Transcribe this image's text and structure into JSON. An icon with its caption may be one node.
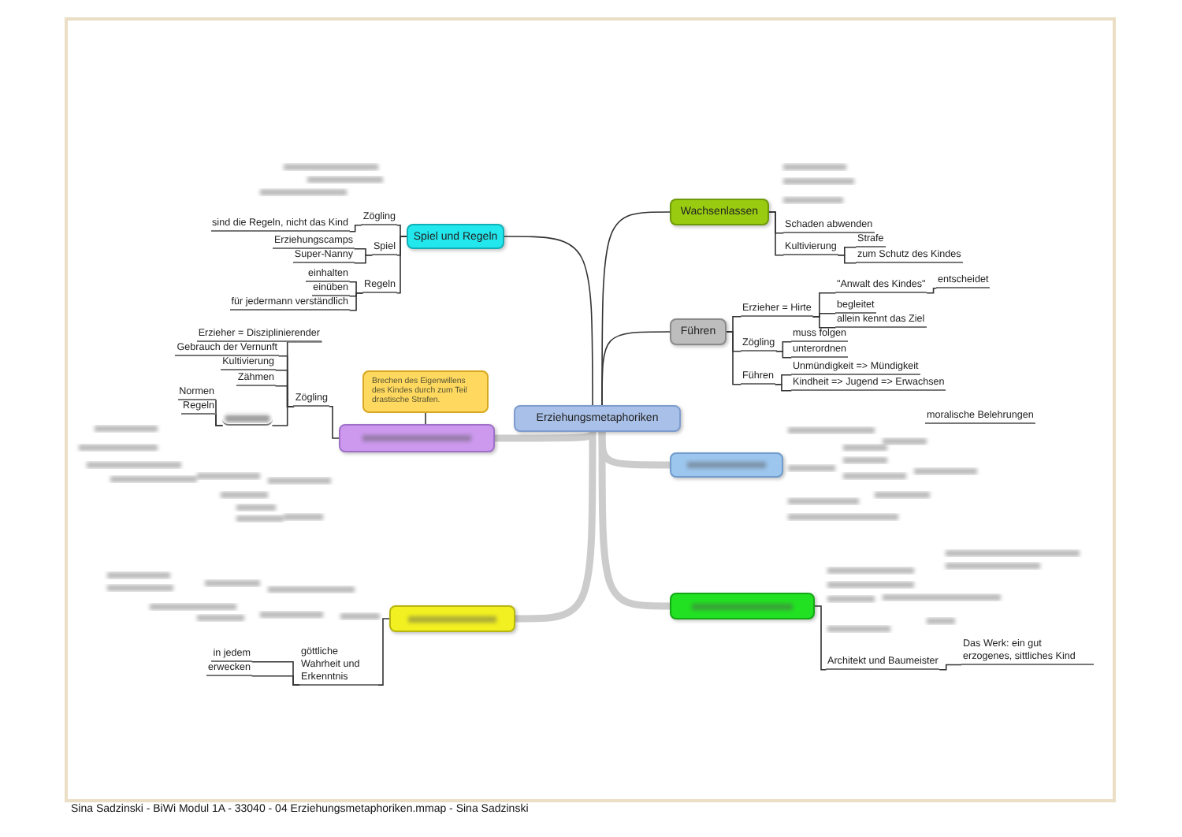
{
  "diagram": {
    "caption": "Sina Sadzinski - BiWi Modul 1A - 33040 - 04 Erziehungsmetaphoriken.mmap - Sina Sadzinski",
    "nodes": [
      {
        "text": [
          "Erziehungsmetaphoriken"
        ]
      },
      {
        "text": [
          "Spiel und Regeln"
        ]
      },
      {
        "text": [
          "Wachsenlassen"
        ]
      },
      {
        "text": [
          "Führen"
        ]
      },
      {
        "text": [],
        "shape": "box"
      },
      {
        "text": [],
        "shape": "box"
      },
      {
        "text": [],
        "shape": "box"
      },
      {
        "text": [],
        "shape": "box"
      },
      {
        "text": [
          "Brechen des Eigenwillens des Kindes durch zum Teil drastische Strafen."
        ]
      },
      {
        "text": [
          "Zögling"
        ]
      },
      {
        "text": [
          "sind die Regeln, nicht das Kind"
        ]
      },
      {
        "text": [
          "Spiel"
        ]
      },
      {
        "text": [
          "Erziehungscamps"
        ]
      },
      {
        "text": [
          "Super-Nanny"
        ]
      },
      {
        "text": [
          "Regeln"
        ]
      },
      {
        "text": [
          "einhalten"
        ]
      },
      {
        "text": [
          "einüben"
        ]
      },
      {
        "text": [
          "für jedermann verständlich"
        ]
      },
      {
        "text": [
          "Schaden abwenden"
        ]
      },
      {
        "text": [
          "Kultivierung"
        ]
      },
      {
        "text": [
          "Strafe"
        ]
      },
      {
        "text": [
          "zum Schutz des Kindes"
        ]
      },
      {
        "text": [
          "Erzieher = Hirte"
        ]
      },
      {
        "text": [
          "\"Anwalt des Kindes\""
        ]
      },
      {
        "text": [
          "entscheidet"
        ]
      },
      {
        "text": [
          "begleitet"
        ]
      },
      {
        "text": [
          "allein kennt das Ziel"
        ]
      },
      {
        "text": [
          "Zögling"
        ]
      },
      {
        "text": [
          "muss folgen"
        ]
      },
      {
        "text": [
          "unterordnen"
        ]
      },
      {
        "text": [
          "Führen"
        ]
      },
      {
        "text": [
          "Unmündigkeit => Mündigkeit"
        ]
      },
      {
        "text": [
          "Kindheit => Jugend => Erwachsen"
        ]
      },
      {
        "text": [
          "Zögling"
        ]
      },
      {
        "text": [
          "Erzieher = Disziplinierender"
        ]
      },
      {
        "text": [
          "Gebrauch der Vernunft"
        ]
      },
      {
        "text": [
          "Kultivierung"
        ]
      },
      {
        "text": [
          "Zähmen"
        ]
      },
      {
        "text": [
          "Normen"
        ]
      },
      {
        "text": [
          "Regeln"
        ]
      },
      {
        "text": [],
        "shape": "box"
      },
      {
        "text": [
          "göttliche Wahrheit und Erkenntnis"
        ]
      },
      {
        "text": [
          "in jedem"
        ]
      },
      {
        "text": [
          "erwecken"
        ]
      },
      {
        "text": [
          "Architekt und Baumeister"
        ]
      },
      {
        "text": [
          "Das Werk: ein gut erzogenes, sittliches Kind"
        ]
      }
    ],
    "edges": [
      {
        "from": 0,
        "to": 1,
        "arrow": "none"
      },
      {
        "from": 0,
        "to": 2,
        "arrow": "none"
      },
      {
        "from": 0,
        "to": 3,
        "arrow": "none"
      },
      {
        "from": 0,
        "to": 4,
        "arrow": "none",
        "style": "thick",
        "color": "#cccccc"
      },
      {
        "from": 0,
        "to": 5,
        "arrow": "none",
        "style": "thick",
        "color": "#cccccc"
      },
      {
        "from": 0,
        "to": 6,
        "arrow": "none",
        "style": "thick",
        "color": "#cccccc"
      },
      {
        "from": 0,
        "to": 7,
        "arrow": "none",
        "style": "thick",
        "color": "#cccccc"
      },
      {
        "from": 8,
        "to": 4,
        "arrow": "none"
      },
      {
        "from": 1,
        "to": 9,
        "arrow": "none"
      },
      {
        "from": 9,
        "to": 10,
        "arrow": "none"
      },
      {
        "from": 1,
        "to": 11,
        "arrow": "none"
      },
      {
        "from": 11,
        "to": 12,
        "arrow": "none"
      },
      {
        "from": 11,
        "to": 13,
        "arrow": "none"
      },
      {
        "from": 1,
        "to": 14,
        "arrow": "none"
      },
      {
        "from": 14,
        "to": 15,
        "arrow": "none"
      },
      {
        "from": 14,
        "to": 16,
        "arrow": "none"
      },
      {
        "from": 14,
        "to": 17,
        "arrow": "none"
      },
      {
        "from": 2,
        "to": 18,
        "arrow": "none"
      },
      {
        "from": 2,
        "to": 19,
        "arrow": "none"
      },
      {
        "from": 19,
        "to": 20,
        "arrow": "none"
      },
      {
        "from": 19,
        "to": 21,
        "arrow": "none"
      },
      {
        "from": 3,
        "to": 22,
        "arrow": "none"
      },
      {
        "from": 22,
        "to": 23,
        "arrow": "none"
      },
      {
        "from": 23,
        "to": 24,
        "arrow": "none"
      },
      {
        "from": 22,
        "to": 25,
        "arrow": "none"
      },
      {
        "from": 22,
        "to": 26,
        "arrow": "none"
      },
      {
        "from": 3,
        "to": 27,
        "arrow": "none"
      },
      {
        "from": 27,
        "to": 28,
        "arrow": "none"
      },
      {
        "from": 27,
        "to": 29,
        "arrow": "none"
      },
      {
        "from": 3,
        "to": 30,
        "arrow": "none"
      },
      {
        "from": 30,
        "to": 31,
        "arrow": "none"
      },
      {
        "from": 30,
        "to": 32,
        "arrow": "none"
      },
      {
        "from": 4,
        "to": 33,
        "arrow": "none"
      },
      {
        "from": 33,
        "to": 34,
        "arrow": "none"
      },
      {
        "from": 33,
        "to": 35,
        "arrow": "none"
      },
      {
        "from": 33,
        "to": 36,
        "arrow": "none"
      },
      {
        "from": 33,
        "to": 37,
        "arrow": "none"
      },
      {
        "from": 33,
        "to": 40,
        "arrow": "none"
      },
      {
        "from": 40,
        "to": 38,
        "arrow": "none"
      },
      {
        "from": 40,
        "to": 39,
        "arrow": "none"
      },
      {
        "from": 7,
        "to": 41,
        "arrow": "none"
      },
      {
        "from": 41,
        "to": 42,
        "arrow": "none"
      },
      {
        "from": 41,
        "to": 43,
        "arrow": "none"
      },
      {
        "from": 6,
        "to": 44,
        "arrow": "none"
      },
      {
        "from": 44,
        "to": 45,
        "arrow": "none"
      }
    ],
    "labels": [
      "moralische Belehrungen"
    ]
  }
}
